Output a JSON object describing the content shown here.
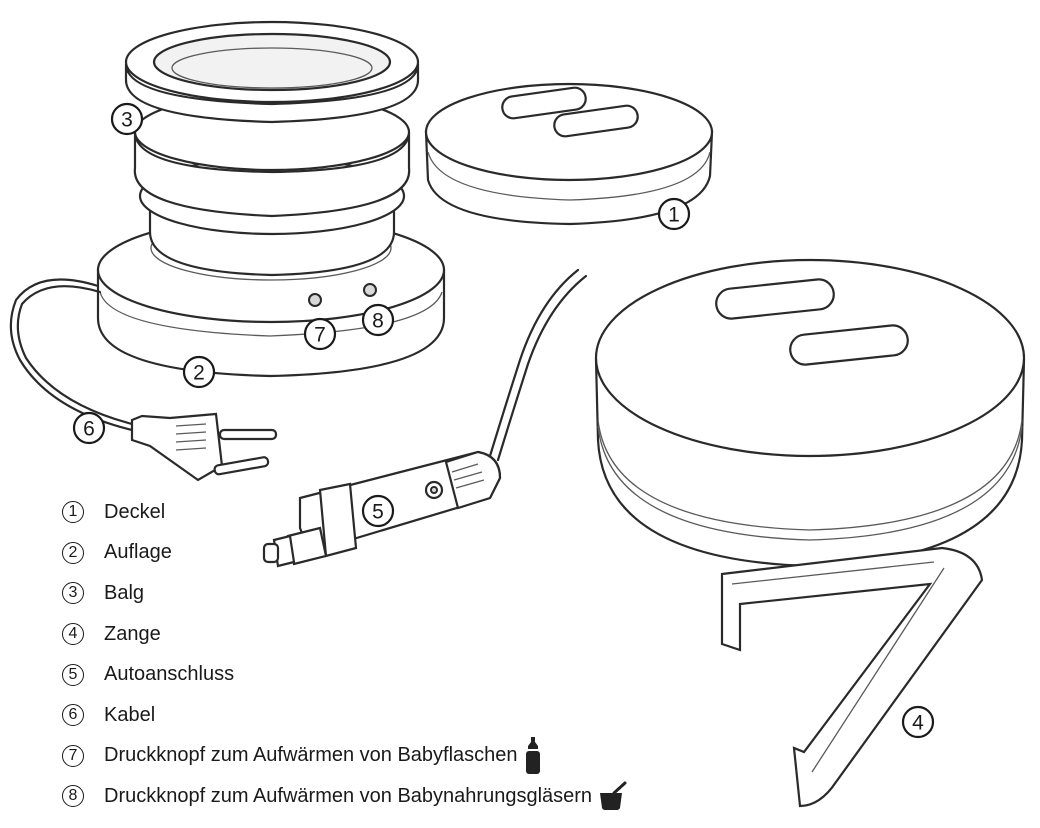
{
  "callouts": {
    "c1": "1",
    "c2": "2",
    "c3": "3",
    "c4": "4",
    "c5": "5",
    "c6": "6",
    "c7": "7",
    "c8": "8"
  },
  "legend": {
    "items": [
      {
        "num": "1",
        "label": "Deckel"
      },
      {
        "num": "2",
        "label": "Auflage"
      },
      {
        "num": "3",
        "label": "Balg"
      },
      {
        "num": "4",
        "label": "Zange"
      },
      {
        "num": "5",
        "label": "Autoanschluss"
      },
      {
        "num": "6",
        "label": "Kabel"
      },
      {
        "num": "7",
        "label": "Druckknopf zum Aufwärmen von Babyflaschen",
        "icon": "baby-bottle-icon"
      },
      {
        "num": "8",
        "label": "Druckknopf zum Aufwärmen von Babynahrungsgläsern",
        "icon": "baby-food-jar-icon"
      }
    ]
  },
  "colors": {
    "line": "#2a2a2a",
    "background": "#ffffff",
    "icon": "#222222"
  }
}
